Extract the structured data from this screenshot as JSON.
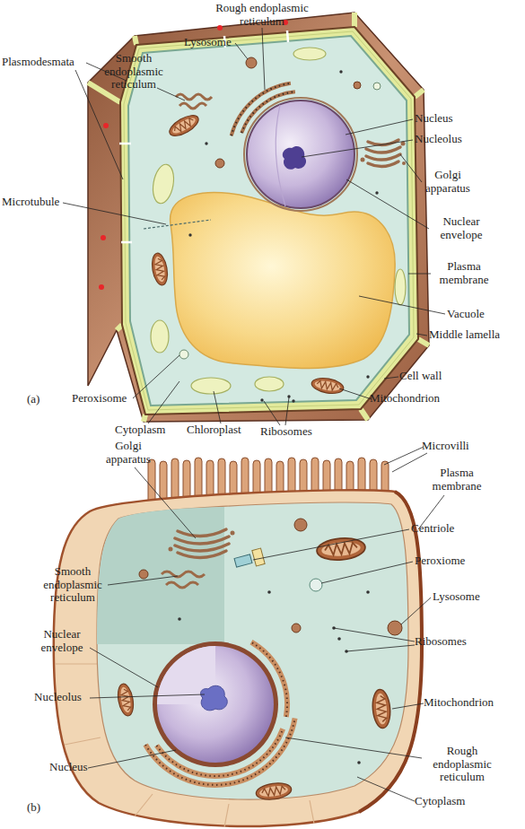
{
  "diagram": {
    "labels": [
      "Rough endoplasmic reticulum",
      "Lysosome",
      "Smooth endoplasmic reticulum",
      "Plasmodesmata",
      "Microtubule",
      "Nucleus",
      "Nucleolus",
      "Golgi apparatus",
      "Nuclear envelope",
      "Plasma membrane",
      "Vacuole",
      "Middle lamella",
      "Cell wall",
      "Mitochondrion",
      "Ribosomes",
      "Chloroplast",
      "Cytoplasm",
      "Peroxisome",
      "(a)",
      "Golgi apparatus",
      "Microvilli",
      "Plasma membrane",
      "Centriole",
      "Smooth endoplasmic reticulum",
      "Peroxiome",
      "Nuclear envelope",
      "Lysosome",
      "Ribosomes",
      "Nucleolus",
      "Mitochondrion",
      "Nucleus",
      "Rough endoplasmic reticulum",
      "Cytoplasm",
      "(b)"
    ]
  }
}
